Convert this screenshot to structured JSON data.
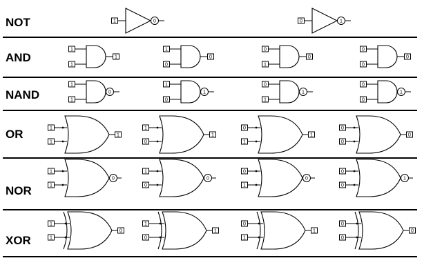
{
  "rows": [
    {
      "label": "NOT",
      "type": "not",
      "cases": [
        {
          "inputs": [
            "1"
          ],
          "output": "0"
        },
        {
          "inputs": [
            "0"
          ],
          "output": "1"
        }
      ]
    },
    {
      "label": "AND",
      "type": "and",
      "cases": [
        {
          "inputs": [
            "1",
            "1"
          ],
          "output": "1"
        },
        {
          "inputs": [
            "1",
            "0"
          ],
          "output": "0"
        },
        {
          "inputs": [
            "0",
            "1"
          ],
          "output": "0"
        },
        {
          "inputs": [
            "0",
            "0"
          ],
          "output": "0"
        }
      ]
    },
    {
      "label": "NAND",
      "type": "nand",
      "cases": [
        {
          "inputs": [
            "1",
            "1"
          ],
          "output": "0"
        },
        {
          "inputs": [
            "1",
            "0"
          ],
          "output": "1"
        },
        {
          "inputs": [
            "0",
            "1"
          ],
          "output": "1"
        },
        {
          "inputs": [
            "0",
            "0"
          ],
          "output": "1"
        }
      ]
    },
    {
      "label": "OR",
      "type": "or",
      "cases": [
        {
          "inputs": [
            "1",
            "1"
          ],
          "output": "1"
        },
        {
          "inputs": [
            "1",
            "0"
          ],
          "output": "1"
        },
        {
          "inputs": [
            "0",
            "1"
          ],
          "output": "1"
        },
        {
          "inputs": [
            "0",
            "0"
          ],
          "output": "0"
        }
      ]
    },
    {
      "label": "NOR",
      "type": "nor",
      "cases": [
        {
          "inputs": [
            "1",
            "1"
          ],
          "output": "0"
        },
        {
          "inputs": [
            "1",
            "0"
          ],
          "output": "0"
        },
        {
          "inputs": [
            "0",
            "1"
          ],
          "output": "0"
        },
        {
          "inputs": [
            "0",
            "0"
          ],
          "output": "1"
        }
      ]
    },
    {
      "label": "XOR",
      "type": "xor",
      "cases": [
        {
          "inputs": [
            "1",
            "1"
          ],
          "output": "0"
        },
        {
          "inputs": [
            "1",
            "0"
          ],
          "output": "1"
        },
        {
          "inputs": [
            "0",
            "1"
          ],
          "output": "1"
        },
        {
          "inputs": [
            "0",
            "0"
          ],
          "output": "0"
        }
      ]
    }
  ]
}
